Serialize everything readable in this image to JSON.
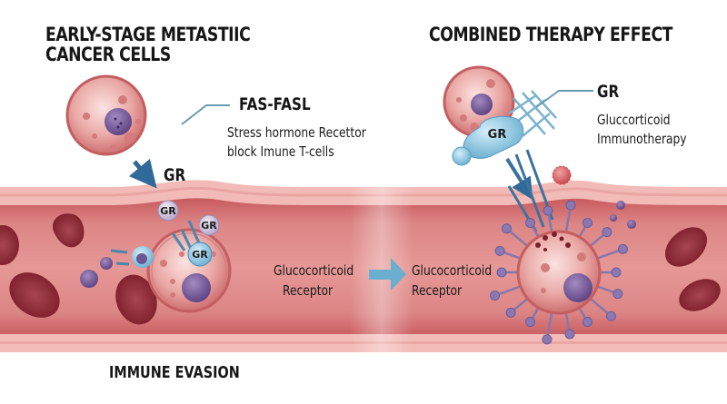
{
  "left_panel": {
    "title_line1": "EARLY-STAGE METASTIIC",
    "title_line2": "CANCER CELLS",
    "callout_title": "FAS-FASL",
    "callout_line1": "Stress hormone Recettor",
    "callout_line2": "block Imune T-cells",
    "arrow_label": "GR",
    "receptor_labels": [
      "GR",
      "GR",
      "GR"
    ],
    "bottom_label": "IMMUNE EVASION"
  },
  "right_panel": {
    "title": "COMBINED THERAPY EFFECT",
    "callout_title": "GR",
    "callout_line1": "Gluccorticoid",
    "callout_line2": "Immunotherapy",
    "complex_label": "GR"
  },
  "vessel": {
    "left_label_line1": "Glucocorticoid",
    "left_label_line2": "Receptor",
    "right_label_line1": "Glucocorticoid",
    "right_label_line2": "Receptor"
  },
  "colors": {
    "vessel_wall": "#f2b9b5",
    "vessel_lumen": "#d9777a",
    "red_blood_cell": "#8e2a33",
    "cancer_cell": "#e8a4a2",
    "nucleus": "#7d5a9a",
    "receptor_blue": "#8ec5de",
    "arrow_blue": "#3c72a0",
    "flow_arrow": "#6aafd0"
  }
}
